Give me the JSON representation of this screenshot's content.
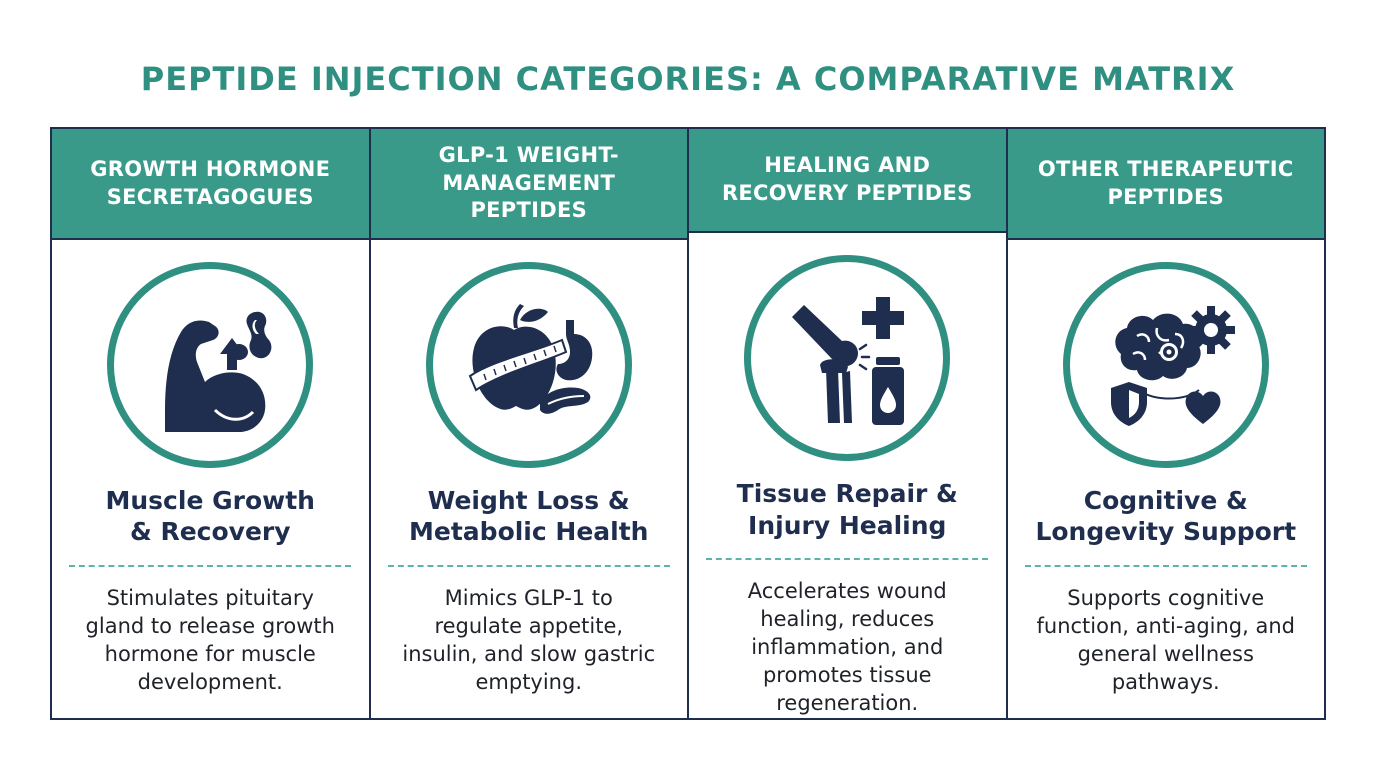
{
  "title": "PEPTIDE INJECTION CATEGORIES: A COMPARATIVE MATRIX",
  "columns": [
    {
      "header": "GROWTH HORMONE\nSECRETAGOGUES",
      "icon": "flexed-arm-muscle-icon",
      "benefit": "Muscle Growth\n& Recovery",
      "description": "Stimulates pituitary\ngland to release growth\nhormone for muscle\ndevelopment."
    },
    {
      "header": "GLP-1 WEIGHT-\nMANAGEMENT\nPEPTIDES",
      "icon": "apple-measuring-tape-icon",
      "benefit": "Weight Loss &\nMetabolic Health",
      "description": "Mimics GLP-1 to\nregulate appetite,\ninsulin, and slow gastric\nemptying."
    },
    {
      "header": "HEALING AND\nRECOVERY PEPTIDES",
      "icon": "knee-joint-medical-cross-icon",
      "benefit": "Tissue Repair &\nInjury Healing",
      "description": "Accelerates wound\nhealing, reduces\ninflammation, and\npromotes tissue regeneration."
    },
    {
      "header": "OTHER THERAPEUTIC\nPEPTIDES",
      "icon": "brain-gears-shield-heart-icon",
      "benefit": "Cognitive &\nLongevity Support",
      "description": "Supports cognitive\nfunction, anti-aging, and\ngeneral wellness\npathways."
    }
  ],
  "colors": {
    "title": "#2f8f80",
    "header_bg": "#3a9a8a",
    "navy": "#1f2d4e",
    "ring": "#2f8f80",
    "divider": "#5fb3a6"
  }
}
